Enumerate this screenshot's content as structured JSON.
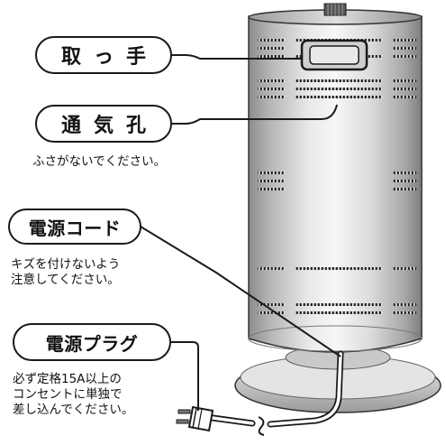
{
  "labels": {
    "handle": "取っ手",
    "vent": "通気孔",
    "cord": "電源コード",
    "plug": "電源プラグ"
  },
  "notes": {
    "vent": [
      "ふさがないでください。"
    ],
    "cord": [
      "キズを付けないよう",
      "注意してください。"
    ],
    "plug": [
      "必ず定格15A以上の",
      "コンセントに単独で",
      "差し込んでください。"
    ]
  }
}
